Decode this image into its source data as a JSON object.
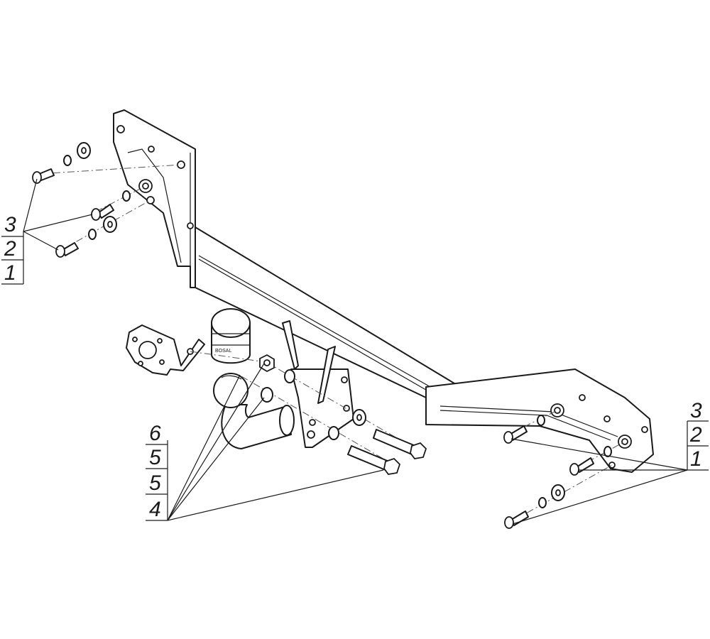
{
  "callouts": {
    "left": [
      "3",
      "2",
      "1"
    ],
    "right": [
      "3",
      "2",
      "1"
    ],
    "bottom": [
      "6",
      "5",
      "5",
      "4"
    ]
  },
  "socket_marking": "BOSAL",
  "colors": {
    "line": "#1a1a1a",
    "background": "#ffffff"
  }
}
